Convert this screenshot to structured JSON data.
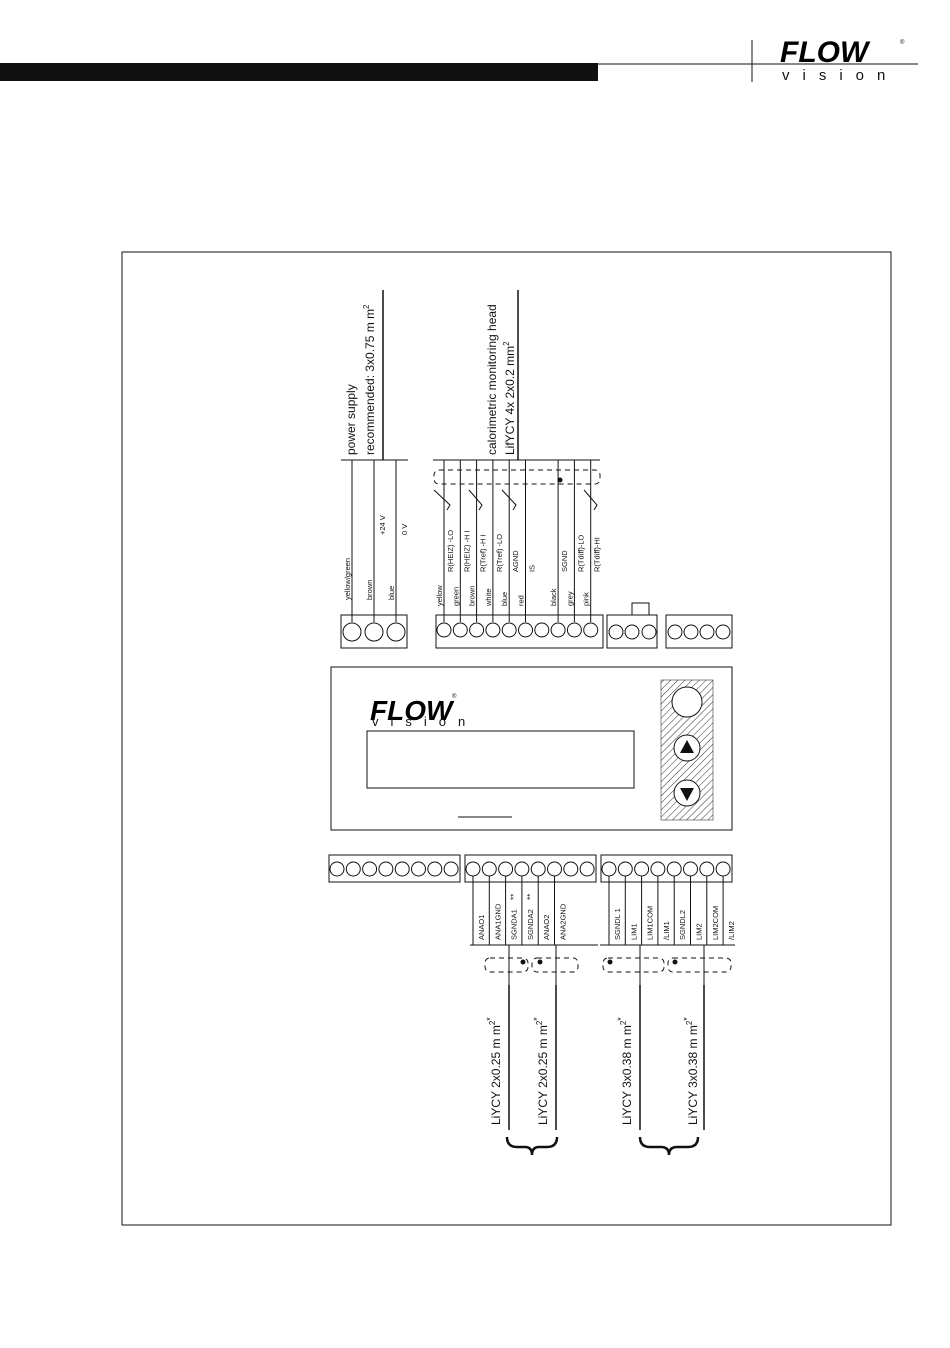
{
  "brand": {
    "logo_word": "FLOW",
    "logo_sub": "vision",
    "registered": "®"
  },
  "power": {
    "title": "power supply",
    "cable": "recommended: 3x0.75 m m",
    "cable_sup": "2",
    "colors": [
      "yellow/green",
      "brown",
      "blue"
    ],
    "signals": [
      "",
      "+24 V",
      "0 V"
    ]
  },
  "head": {
    "title": "calorimetric monitoring head",
    "cable": "LifYCY 4x 2x0.2  mm",
    "cable_sup": "2",
    "colors": [
      "yellow",
      "green",
      "brown",
      "white",
      "blue",
      "red",
      "",
      "black",
      "grey",
      "pink"
    ],
    "signals": [
      "R(HEIZ) -LO",
      "R(HEIZ) -H I",
      "R(Tref) -H I",
      "R(Tref) -LO",
      "AGND",
      "IS",
      "",
      "SGND",
      "R(Tdiff)-LO",
      "R(Tdiff)-HI"
    ]
  },
  "bottom": {
    "analog_labels": [
      "ANAO1",
      "ANA1GND",
      "SGNDA1",
      "SGNDA2",
      "ANAO2",
      "ANA2GND"
    ],
    "analog_marks": [
      "",
      "",
      "**",
      "**",
      "",
      ""
    ],
    "limit_labels": [
      "SGNDL 1",
      "LIM1",
      "LIM1COM",
      "/LIM1",
      "SGNDL2",
      "LIM2",
      "LIM2COM",
      "/LIM2"
    ],
    "cables": [
      "LiYCY 2x0.25 m m",
      "LiYCY 2x0.25 m m",
      "LiYCY 3x0.38 m m",
      "LiYCY 3x0.38 m m"
    ],
    "cable_sup": "2",
    "cable_mark": "*"
  }
}
